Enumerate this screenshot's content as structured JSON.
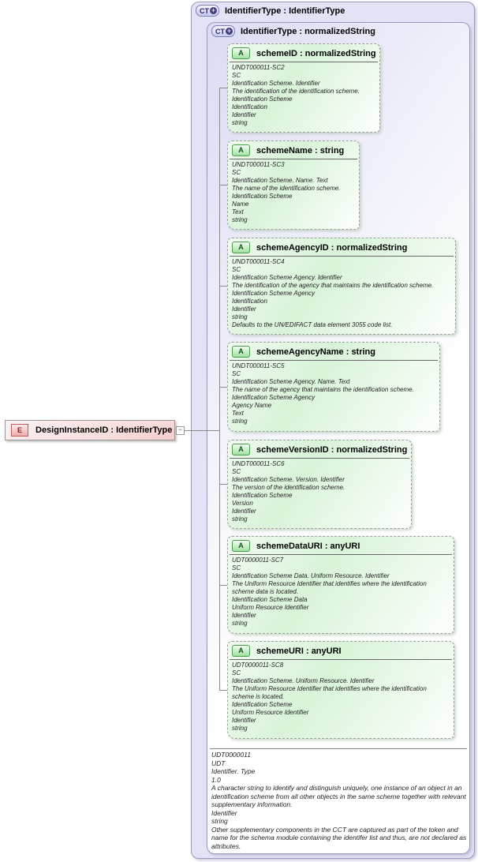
{
  "diagram": {
    "element": {
      "icon": "E",
      "label": "DesignInstanceID : IdentifierType",
      "collapse_glyph": "−"
    },
    "outer": {
      "icon": "CT",
      "plus": "+",
      "title": "IdentifierType : IdentifierType"
    },
    "inner": {
      "icon": "CT",
      "plus": "+",
      "title": "IdentifierType : normalizedString"
    },
    "attributes": [
      {
        "icon": "A",
        "title": "schemeID : normalizedString",
        "annotation": "UNDT000011-SC2\nSC\nIdentification Scheme. Identifier\nThe identification of the identification scheme.\nIdentification Scheme\nIdentification\nIdentifier\nstring"
      },
      {
        "icon": "A",
        "title": "schemeName : string",
        "annotation": "UNDT000011-SC3\nSC\nIdentification Scheme. Name. Text\nThe name of the identification scheme.\nIdentification Scheme\nName\nText\nstring"
      },
      {
        "icon": "A",
        "title": "schemeAgencyID : normalizedString",
        "annotation": "UNDT000011-SC4\nSC\nIdentification Scheme Agency. Identifier\nThe identification of the agency that maintains the identification scheme.\nIdentification Scheme Agency\nIdentification\nIdentifier\nstring\nDefaults to the UN/EDIFACT data element 3055 code list."
      },
      {
        "icon": "A",
        "title": "schemeAgencyName : string",
        "annotation": "UNDT000011-SC5\nSC\nIdentification Scheme Agency. Name. Text\nThe name of the agency that maintains the identification scheme.\nIdentification Scheme Agency\nAgency Name\nText\nstring"
      },
      {
        "icon": "A",
        "title": "schemeVersionID : normalizedString",
        "annotation": "UNDT000011-SC6\nSC\nIdentification Scheme. Version. Identifier\nThe version of the identification scheme.\nIdentification Scheme\nVersion\nIdentifier\nstring"
      },
      {
        "icon": "A",
        "title": "schemeDataURI : anyURI",
        "annotation": "UDT0000011-SC7\nSC\nIdentification Scheme Data. Uniform Resource. Identifier\nThe Uniform Resource Identifier that identifies where the identification scheme data is located.\nIdentification Scheme Data\nUniform Resource Identifier\nIdentifier\nstring"
      },
      {
        "icon": "A",
        "title": "schemeURI : anyURI",
        "annotation": "UDT0000011-SC8\nSC\nIdentification Scheme. Uniform Resource. Identifier\nThe Uniform Resource Identifier that identifies where the identification scheme is located.\nIdentification Scheme\nUniform Resource Identifier\nIdentifier\nstring"
      }
    ],
    "footer": {
      "annotation": "UDT0000011\nUDT\nIdentifier. Type\n1.0\nA character string to identify and distinguish uniquely, one instance of an object in an identification scheme from all other objects in the same scheme together with relevant supplementary information.\nIdentifier\nstring\nOther supplementary components in the CCT are captured as part of the token and name for the schema module containing the identifer list and thus, are not declared as attributes."
    },
    "colors": {
      "complex_type_fill": "#e3e3f7",
      "complex_type_border": "#9a9abd",
      "attribute_fill": "#d8f3d8",
      "attribute_border": "#44a044",
      "element_fill": "#f8dcdc",
      "element_border": "#b85e5e",
      "connector": "#8a8a8a"
    }
  }
}
